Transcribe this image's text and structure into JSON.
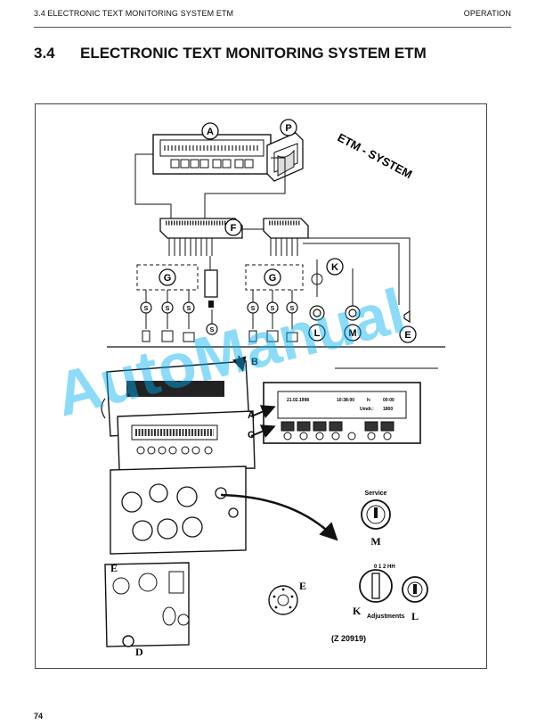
{
  "header": {
    "left": "3.4 ELECTRONIC TEXT MONITORING SYSTEM ETM",
    "right": "OPERATION"
  },
  "section": {
    "number": "3.4",
    "title": "ELECTRONIC TEXT MONITORING SYSTEM ETM"
  },
  "figure": {
    "system_label": "ETM - SYSTEM",
    "callouts": {
      "a": "A",
      "p": "P",
      "f": "F",
      "g1": "G",
      "g2": "G",
      "k": "K",
      "l": "L",
      "m": "M",
      "e": "E",
      "s": "S"
    },
    "side_labels": {
      "b": "B",
      "a": "A",
      "c": "C",
      "e_left": "E",
      "d": "D",
      "m": "M",
      "k": "K",
      "l": "L",
      "e_knob": "E"
    },
    "display": {
      "date": "21.02.1998",
      "time": "10:38:00",
      "h_label": "h:",
      "h_value": "00:00",
      "umdr_label": "Umdr.:",
      "umdr_value": "1800"
    },
    "service_label": "Service",
    "adjustments_label": "Adjustments",
    "key_positions": "0 1 2 HH",
    "figure_ref": "(Z 20919)"
  },
  "watermark": "AutoManual",
  "page_number": "74"
}
